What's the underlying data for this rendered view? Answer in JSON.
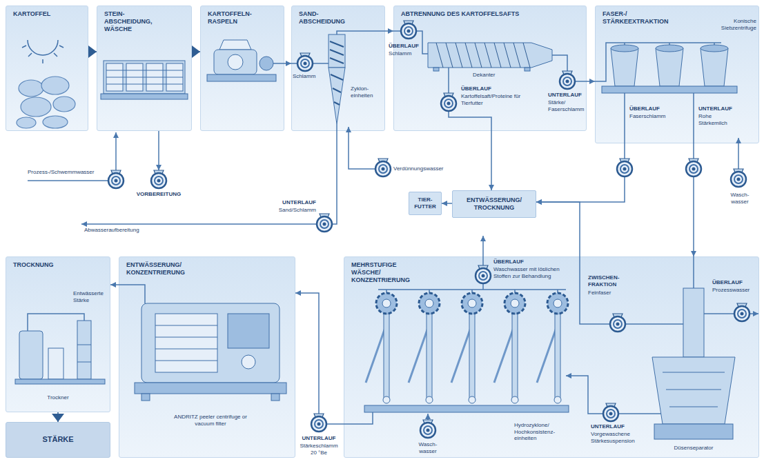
{
  "diagram": {
    "nodes": [
      {
        "text": [
          "KARTOFFEL"
        ]
      },
      {
        "text": [
          "STEIN- ABSCHEIDUNG, WÄSCHE"
        ]
      },
      {
        "text": [
          "KARTOFFELN- RASPELN"
        ]
      },
      {
        "text": [
          "SAND- ABSCHEIDUNG"
        ]
      },
      {
        "text": [
          "ABTRENNUNG DES KARTOFFELSAFTS"
        ]
      },
      {
        "text": [
          "FASER-/ STÄRKEEXTRAKTION"
        ]
      },
      {
        "text": [
          "TIER- FUTTER"
        ]
      },
      {
        "text": [
          "ENTWÄSSERUNG/ TROCKNUNG"
        ]
      },
      {
        "text": [
          "TROCKNUNG"
        ]
      },
      {
        "text": [
          "STÄRKE"
        ]
      },
      {
        "text": [
          "ENTWÄSSERUNG/ KONZENTRIERUNG"
        ]
      },
      {
        "text": [
          "MEHRSTUFIGE WÄSCHE/ KONZENTRIERUNG"
        ]
      }
    ],
    "edges": [
      {
        "from": 0,
        "to": 1,
        "arrow": "to"
      },
      {
        "from": 1,
        "to": 2,
        "arrow": "to"
      },
      {
        "from": 2,
        "to": 3,
        "arrow": "to"
      },
      {
        "from": 3,
        "to": 4,
        "arrow": "to"
      },
      {
        "from": 4,
        "to": 5,
        "arrow": "to"
      },
      {
        "from": 4,
        "to": 7,
        "arrow": "to"
      },
      {
        "from": 5,
        "to": 7,
        "arrow": "to"
      },
      {
        "from": 7,
        "to": 6,
        "arrow": "to"
      },
      {
        "from": 5,
        "to": 11,
        "arrow": "to"
      },
      {
        "from": 11,
        "to": 7,
        "arrow": "to"
      },
      {
        "from": 11,
        "to": 10,
        "arrow": "to"
      },
      {
        "from": 10,
        "to": 8,
        "arrow": "to"
      },
      {
        "from": 8,
        "to": 9,
        "arrow": "to"
      }
    ],
    "labels": [
      "Prozess-/Schwemmwasser",
      "VORBEREITUNG",
      "Abwasseraufbereitung",
      "Schlamm",
      "Zyklon- einheiten",
      "UNTERLAUF",
      "Sand/Schlamm",
      "Verdünnungswasser",
      "ÜBERLAUF",
      "Schlamm",
      "Dekanter",
      "ÜBERLAUF",
      "Kartoffelsaft/Proteine für Tierfutter",
      "UNTERLAUF",
      "Stärke/ Faserschlamm",
      "Konische Siebzentrifuge",
      "ÜBERLAUF",
      "Faserschlamm",
      "UNTERLAUF",
      "Rohe Stärkemilch",
      "Wasch- wasser",
      "Trockner",
      "Entwässerte Stärke",
      "ANDRITZ peeler centrifuge or vacuum filter",
      "UNTERLAUF",
      "Stärkeschlamm 20 °Be",
      "ÜBERLAUF",
      "Waschwasser mit löslichen Stoffen zur Behandlung",
      "Hydrozyklone/ Hochkonsistenz- einheiten",
      "Wasch- wasser",
      "ZWISCHEN- FRAKTION",
      "Feinfaser",
      "ÜBERLAUF",
      "Prozesswasser",
      "UNTERLAUF",
      "Vorgewaschene Stärkesuspension",
      "Düsenseparator"
    ]
  }
}
